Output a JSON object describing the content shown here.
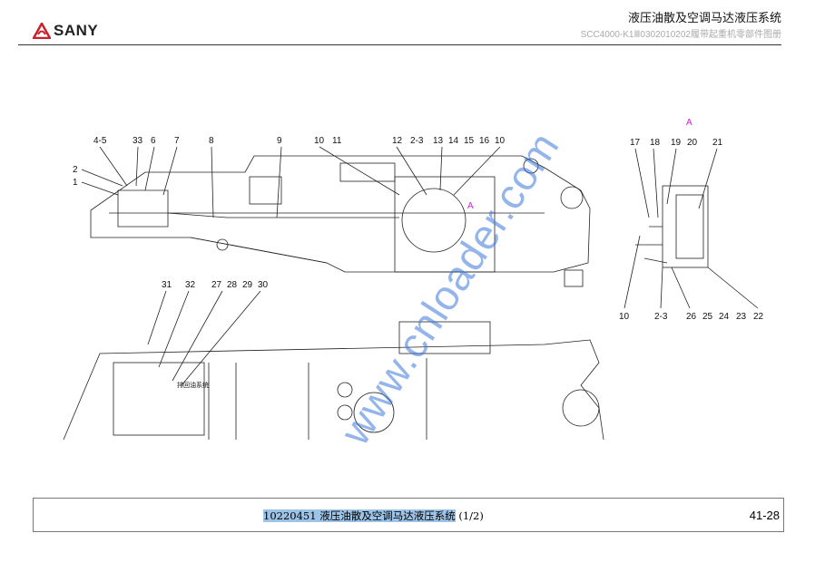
{
  "header": {
    "brand": "SANY",
    "title": "液压油散及空调马达液压系统",
    "subtitle": "SCC4000-K1Ⅲ0302010202履带起重机零部件图册"
  },
  "drawing": {
    "view_label": "A",
    "section_label": "A",
    "pipe_label": "排回油系统",
    "callouts_top": [
      "4-5",
      "33",
      "6",
      "7",
      "8",
      "9",
      "10",
      "11",
      "12",
      "2-3",
      "13",
      "14",
      "15",
      "16",
      "10",
      "2",
      "1"
    ],
    "callouts_right": [
      "17",
      "18",
      "19",
      "20",
      "21",
      "10",
      "2-3",
      "26",
      "25",
      "24",
      "23",
      "22"
    ],
    "callouts_bottom": [
      "31",
      "32",
      "27",
      "28",
      "29",
      "30"
    ]
  },
  "watermark": "www.cnloader.com",
  "footer": {
    "code": "10220451",
    "title": "液压油散及空调马达液压系统",
    "part": "(1/2)",
    "page": "41-28"
  }
}
